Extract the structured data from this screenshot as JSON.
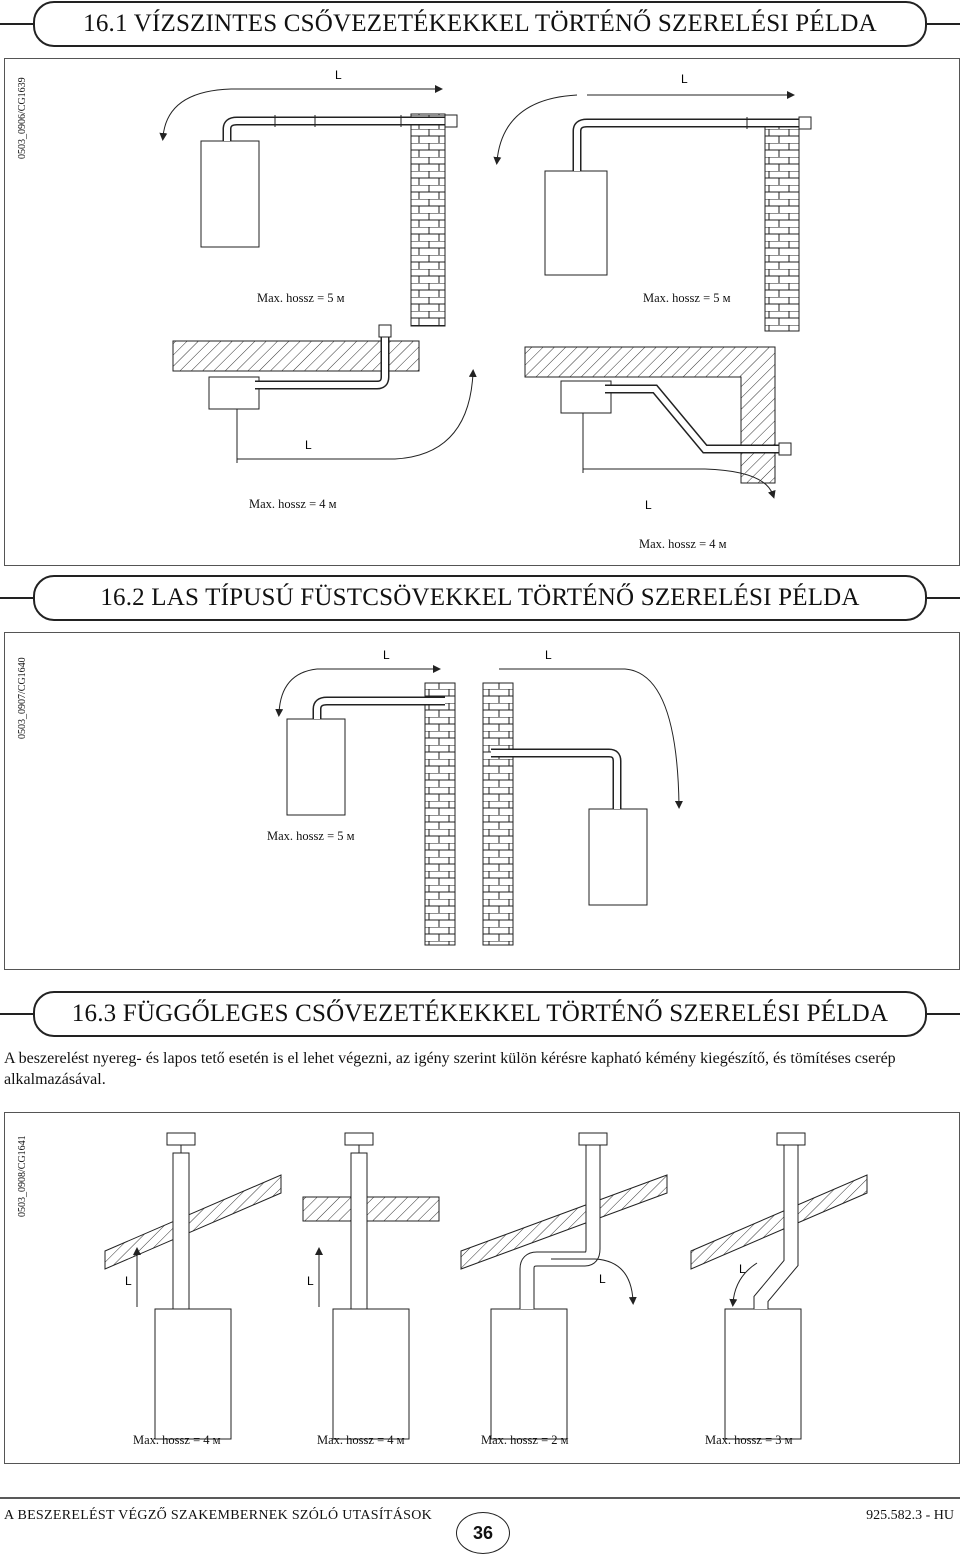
{
  "sections": [
    {
      "title": "16.1 VÍZSZINTES CSŐVEZETÉKEKKEL TÖRTÉNŐ SZERELÉSI PÉLDA",
      "code": "0503_0906/CG1639",
      "captions": [
        "Max. hossz  = 5 м",
        "Max. hossz = 5 м",
        "Max. hossz = 4 м",
        "Max. hossz = 4 м"
      ]
    },
    {
      "title": "16.2 LAS TÍPUSÚ FÜSTCSÖVEKKEL TÖRTÉNŐ SZERELÉSI PÉLDA",
      "code": "0503_0907/CG1640",
      "captions": [
        "Max. hossz = 5 м"
      ]
    },
    {
      "title": "16.3 FÜGGŐLEGES CSŐVEZETÉKEKKEL TÖRTÉNŐ SZERELÉSI PÉLDA",
      "code": "0503_0908/CG1641",
      "paragraph": "A beszerelést nyereg- és lapos tető esetén is el lehet végezni, az igény szerint külön kérésre kapható kémény kiegészítő, és tömítéses cserép alkalmazásával.",
      "captions": [
        "Max. hossz = 4 м",
        "Max. hossz = 4 м",
        "Max. hossz = 2 м",
        "Max. hossz = 3 м"
      ]
    }
  ],
  "dim_label": "L",
  "footer": {
    "left": "A BESZERELÉST VÉGZŐ SZAKEMBERNEK SZÓLÓ UTASÍTÁSOK",
    "page": "36",
    "right": "925.582.3 - HU"
  }
}
